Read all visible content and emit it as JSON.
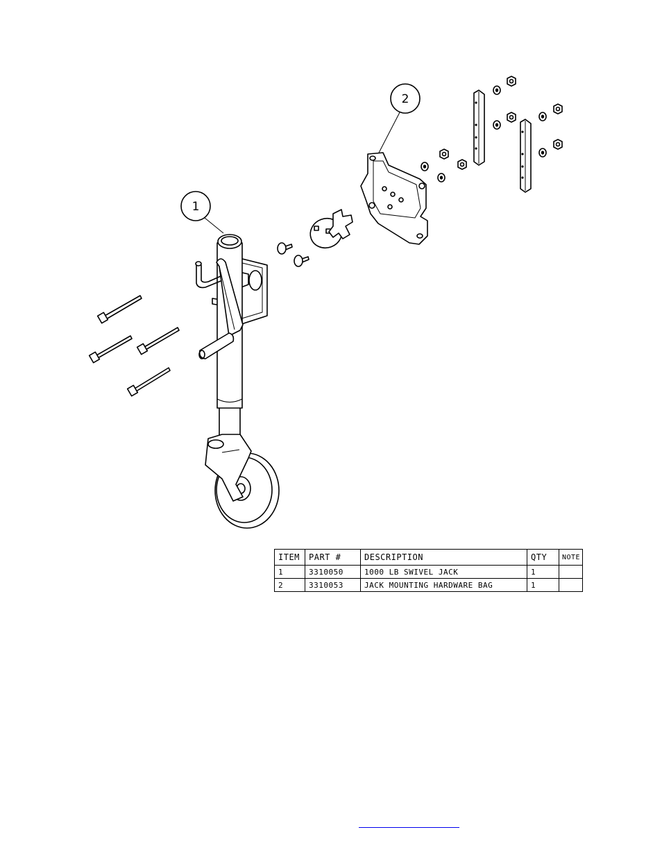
{
  "balloons": [
    {
      "id": "item-1",
      "label": "1"
    },
    {
      "id": "item-2",
      "label": "2"
    }
  ],
  "bom": {
    "headers": [
      "ITEM",
      "PART #",
      "DESCRIPTION",
      "QTY",
      "NOTE"
    ],
    "rows": [
      {
        "item": "1",
        "part": "3310050",
        "description": "1000 LB SWIVEL JACK",
        "qty": "1",
        "note": ""
      },
      {
        "item": "2",
        "part": "3310053",
        "description": "JACK MOUNTING HARDWARE BAG",
        "qty": "1",
        "note": ""
      }
    ]
  },
  "footer": {
    "link_text": ""
  }
}
